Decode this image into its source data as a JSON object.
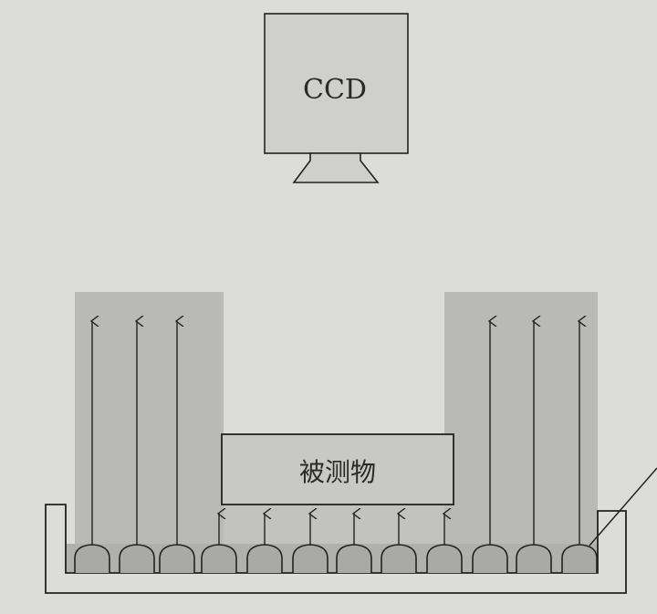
{
  "diagram": {
    "camera_label": "CCD",
    "object_label": "被测物",
    "led_count": 12,
    "long_arrow_leds": [
      0,
      1,
      2,
      9,
      10,
      11
    ],
    "short_arrow_leds": [
      3,
      4,
      5,
      6,
      7,
      8
    ],
    "colors": {
      "background": "#dcdcd9",
      "camera_fill": "#cfcfcb",
      "light_column": "#b9b9b6",
      "led_fill": "#a9a9a6",
      "line": "#222222"
    }
  }
}
